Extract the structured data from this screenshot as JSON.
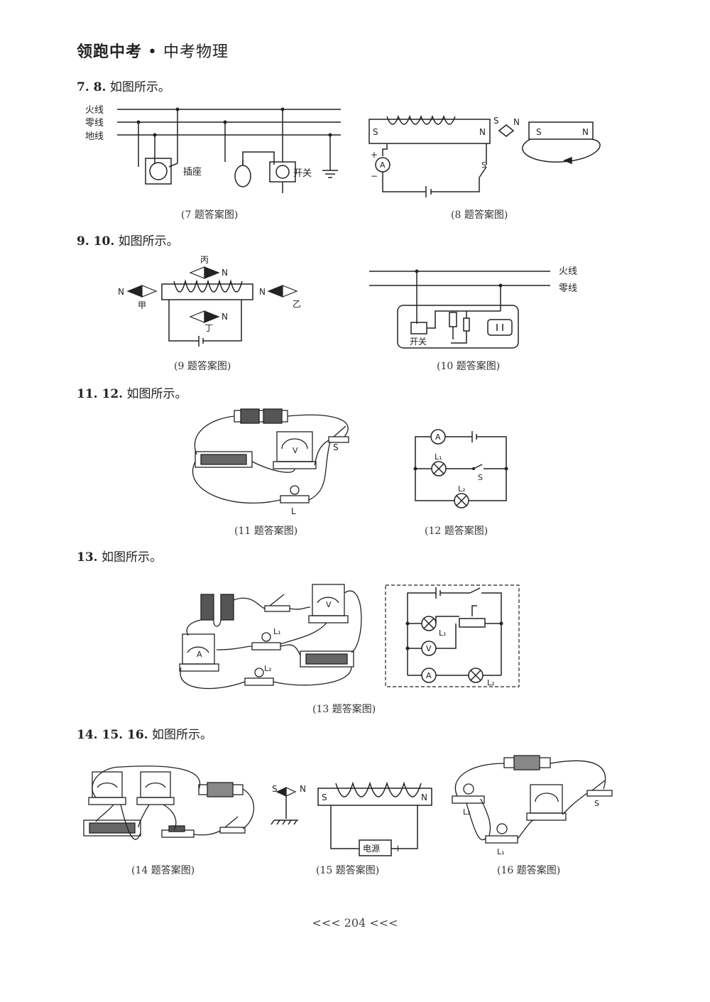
{
  "header": {
    "book": "领跑中考",
    "dot": "•",
    "subject": "中考物理"
  },
  "q7_8": {
    "num": "7. 8.",
    "text": "如图所示。"
  },
  "q9_10": {
    "num": "9. 10.",
    "text": "如图所示。"
  },
  "q11_12": {
    "num": "11. 12.",
    "text": "如图所示。"
  },
  "q13": {
    "num": "13.",
    "text": "如图所示。"
  },
  "q14_16": {
    "num": "14. 15. 16.",
    "text": "如图所示。"
  },
  "fig7": {
    "caption": "(7 题答案图)",
    "live": "火线",
    "neutral": "零线",
    "ground": "地线",
    "socket": "插座",
    "switch": "开关"
  },
  "fig8": {
    "caption": "(8 题答案图)",
    "s": "S",
    "n": "N",
    "plus": "+",
    "minus": "−",
    "a": "A",
    "sw": "S"
  },
  "fig9": {
    "caption": "(9 题答案图)",
    "bing": "丙",
    "jia": "甲",
    "yi": "乙",
    "ding": "丁",
    "n": "N"
  },
  "fig10": {
    "caption": "(10 题答案图)",
    "live": "火线",
    "neutral": "零线",
    "switch": "开关"
  },
  "fig11": {
    "caption": "(11 题答案图)",
    "s": "S",
    "l": "L",
    "v": "V"
  },
  "fig12": {
    "caption": "(12 题答案图)",
    "a": "A",
    "l1": "L₁",
    "l2": "L₂",
    "s": "S"
  },
  "fig13": {
    "caption": "(13 题答案图)",
    "l1": "L₁",
    "l2": "L₂",
    "a": "A",
    "v": "V"
  },
  "fig14": {
    "caption": "(14 题答案图)"
  },
  "fig15": {
    "caption": "(15 题答案图)",
    "s": "S",
    "n": "N",
    "source": "电源",
    "minus": "−",
    "plus": "+"
  },
  "fig16": {
    "caption": "(16 题答案图)",
    "l1": "L₁",
    "l2": "L₂",
    "s": "S"
  },
  "footer": {
    "page": "<<< 204 <<<"
  }
}
